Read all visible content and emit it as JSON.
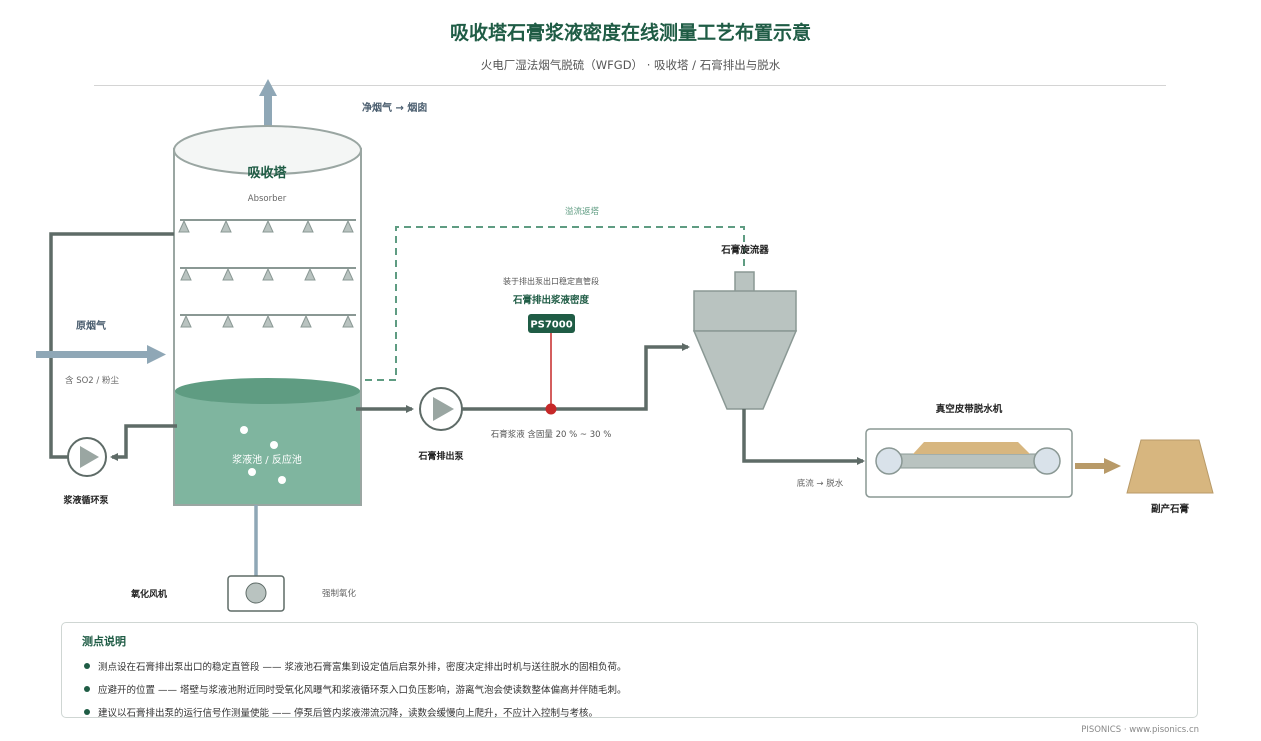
{
  "title": "吸收塔石膏浆液密度在线测量工艺布置示意",
  "subtitle": "火电厂湿法烟气脱硫（WFGD） · 吸收塔 / 石膏排出与脱水",
  "labels": {
    "clean_gas": "净烟气 → 烟囱",
    "absorber_cn": "吸收塔",
    "absorber_en": "Absorber",
    "overflow": "溢流返塔",
    "cyclone": "石膏旋流器",
    "raw_gas": "原烟气",
    "raw_gas_note": "含 SO2 / 粉尘",
    "install_note": "装于排出泵出口稳定直管段",
    "meter_title": "石膏排出浆液密度",
    "meter_tag": "PS7000",
    "slurry_pool": "浆液池 / 反应池",
    "circ_pump": "浆液循环泵",
    "disch_pump": "石膏排出泵",
    "solids_note": "石膏浆液  含固量 20 % ~ 30 %",
    "belt_filter": "真空皮带脱水机",
    "underflow": "底流 → 脱水",
    "gypsum": "副产石膏",
    "blower": "氧化风机",
    "forced_ox": "强制氧化"
  },
  "notes": {
    "title": "测点说明",
    "items": [
      "测点设在石膏排出泵出口的稳定直管段 —— 浆液池石膏富集到设定值后启泵外排，密度决定排出时机与送往脱水的固相负荷。",
      "应避开的位置 —— 塔壁与浆液池附近同时受氧化风曝气和浆液循环泵入口负压影响，游离气泡会使读数整体偏高并伴随毛刺。",
      "建议以石膏排出泵的运行信号作测量使能 —— 停泵后管内浆液滞流沉降，读数会缓慢向上爬升，不应计入控制与考核。"
    ]
  },
  "footer": "PISONICS  ·  www.pisonics.cn",
  "colors": {
    "brand": "#1f5c45",
    "pipe": "#5e6b67",
    "slurry": "#7fb59f",
    "gas": "#8fa7b6",
    "meter_point": "#c62828",
    "gypsum": "#d7b67f"
  }
}
